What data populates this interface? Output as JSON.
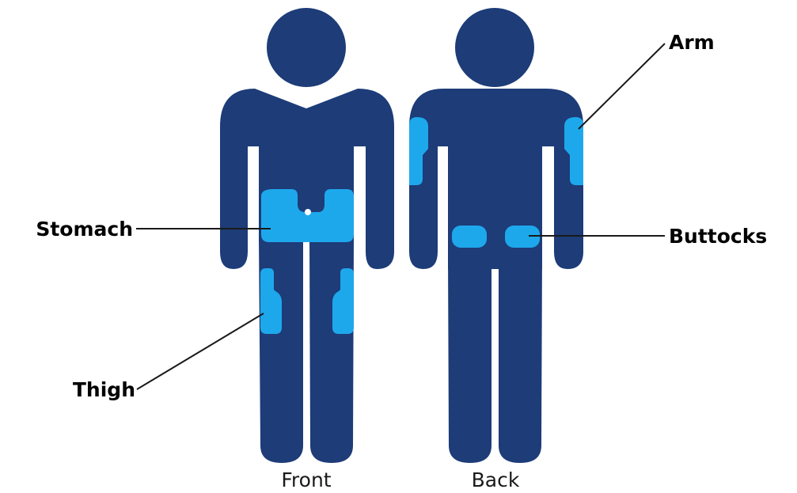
{
  "colors": {
    "body": "#1d3c78",
    "site": "#1ea8ec",
    "background": "#ffffff"
  },
  "figures": {
    "front_caption": "Front",
    "back_caption": "Back"
  },
  "labels": {
    "arm": "Arm",
    "stomach": "Stomach",
    "buttocks": "Buttocks",
    "thigh": "Thigh"
  }
}
